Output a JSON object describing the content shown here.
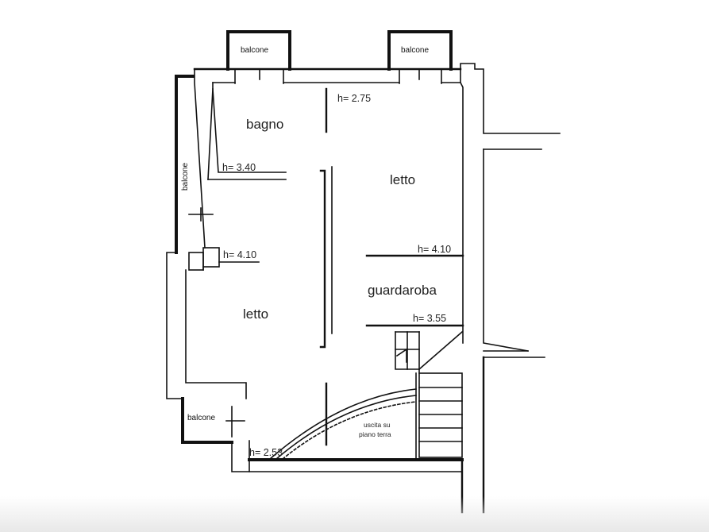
{
  "rooms": {
    "bagno": "bagno",
    "letto_right": "letto",
    "letto_left": "letto",
    "guardaroba": "guardaroba"
  },
  "balconies": {
    "top_left": "balcone",
    "top_right": "balcone",
    "left_side": "balcone",
    "bottom_left": "balcone"
  },
  "heights": {
    "top": "h= 2.75",
    "bagno": "h= 3.40",
    "letto_left": "h= 4.10",
    "letto_right": "h= 4.10",
    "guardaroba": "h= 3.55",
    "entrance": "h= 2.53"
  },
  "stair_note": {
    "line1": "uscita su",
    "line2": "piano terra"
  }
}
